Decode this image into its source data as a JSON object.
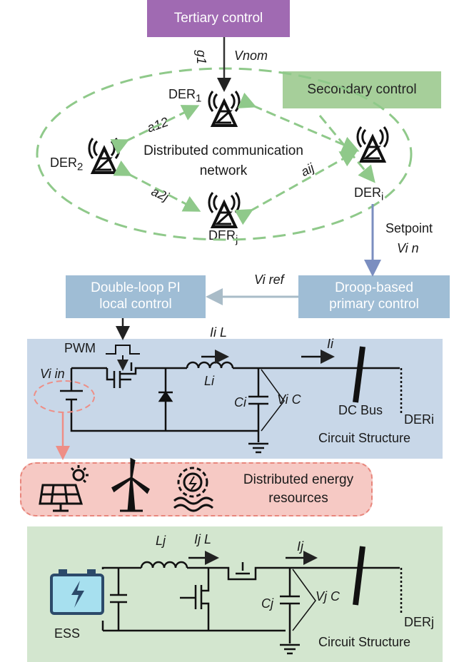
{
  "control": {
    "tertiary": "Tertiary control",
    "secondary": "Secondary control",
    "double_loop": [
      "Double-loop PI",
      "local control"
    ],
    "droop": [
      "Droop-based",
      "primary control"
    ]
  },
  "network": {
    "label": [
      "Distributed communication",
      "network"
    ],
    "nodes": {
      "der1": {
        "base": "DER",
        "sub": "1"
      },
      "der2": {
        "base": "DER",
        "sub": "2"
      },
      "deri": {
        "base": "DER",
        "sub": "i"
      },
      "derj": {
        "base": "DER",
        "sub": "j"
      }
    },
    "weights": {
      "g1": "g1",
      "a12": "a12",
      "a2j": "a2j",
      "aij": "aij"
    },
    "vnom": "Vnom"
  },
  "signals": {
    "setpoint": "Setpoint",
    "vin_setpoint": "Vi n",
    "vref": "Vi ref"
  },
  "circuit_i": {
    "pwm": "PWM",
    "vin": "Vi in",
    "inductor_current": "Ii L",
    "inductor": "Li",
    "bus_current": "Ii",
    "capacitor": "Ci",
    "cap_voltage": "Vi C",
    "dc_bus": "DC Bus",
    "der_label": "DERi",
    "structure": "Circuit Structure"
  },
  "resources": {
    "label": [
      "Distributed energy",
      "resources"
    ],
    "icons": [
      "solar-panel-icon",
      "wind-turbine-icon",
      "hydro-turbine-icon"
    ]
  },
  "circuit_j": {
    "inductor": "Lj",
    "inductor_current": "Ij L",
    "bus_current": "Ij",
    "capacitor": "Cj",
    "cap_voltage": "Vj C",
    "ess": "ESS",
    "der_label": "DERj",
    "structure": "Circuit Structure"
  },
  "colors": {
    "tertiary": "#a06ab2",
    "secondary": "#a6cf9a",
    "primary": "#9fbdd5",
    "panel_i": "#c8d7e8",
    "panel_j": "#d3e6cf",
    "resources": "#f6c9c4",
    "network_edge": "#8fc98a",
    "setpoint_arrow": "#7b8ec0"
  }
}
